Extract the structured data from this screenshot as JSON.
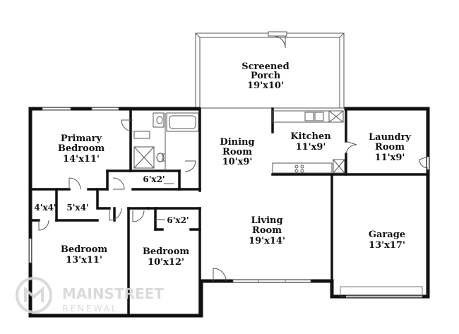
{
  "rooms": {
    "screened_porch": {
      "name_line1": "Screened",
      "name_line2": "Porch",
      "dims": "19'x10'"
    },
    "primary_bedroom": {
      "name_line1": "Primary",
      "name_line2": "Bedroom",
      "dims": "14'x11'"
    },
    "dining_room": {
      "name_line1": "Dining",
      "name_line2": "Room",
      "dims": "10'x9'"
    },
    "kitchen": {
      "name": "Kitchen",
      "dims": "11'x9'"
    },
    "laundry_room": {
      "name_line1": "Laundry",
      "name_line2": "Room",
      "dims": "11'x9'"
    },
    "closet_6x2_a": {
      "dims": "6'x2'"
    },
    "closet_4x4": {
      "dims": "4'x4'"
    },
    "closet_5x4": {
      "dims": "5'x4'"
    },
    "closet_6x2_b": {
      "dims": "6'x2'"
    },
    "living_room": {
      "name_line1": "Living",
      "name_line2": "Room",
      "dims": "19'x14'"
    },
    "garage": {
      "name": "Garage",
      "dims": "13'x17'"
    },
    "bedroom_2": {
      "name": "Bedroom",
      "dims": "13'x11'"
    },
    "bedroom_3": {
      "name": "Bedroom",
      "dims": "10'x12'"
    }
  },
  "watermark": {
    "brand": "MAINSTREET",
    "sub": "RENEWAL"
  },
  "colors": {
    "wall": "#111111",
    "thin_line": "#555555",
    "watermark": "#d7d7d7"
  }
}
